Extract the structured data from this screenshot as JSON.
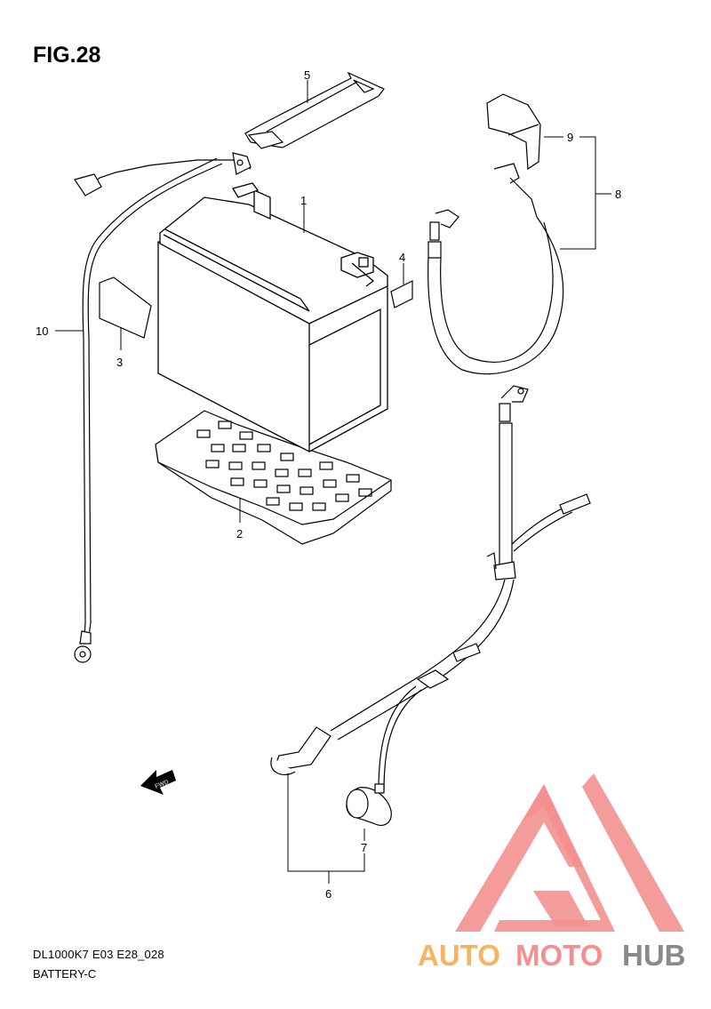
{
  "figure": {
    "title": "FIG.28"
  },
  "callouts": {
    "c1": "1",
    "c2": "2",
    "c3": "3",
    "c4": "4",
    "c5": "5",
    "c6": "6",
    "c7": "7",
    "c8": "8",
    "c9": "9",
    "c10": "10"
  },
  "direction_arrow": {
    "label": "FWD"
  },
  "footer": {
    "code": "DL1000K7 E03 E28_028",
    "name": "BATTERY-C"
  },
  "watermark": {
    "part1": "AUTO",
    "part2": "MOTO",
    "part3": "HUB",
    "colors": {
      "orange": "#f5b460",
      "red": "#f39090",
      "gray": "#8a8a8a"
    }
  }
}
